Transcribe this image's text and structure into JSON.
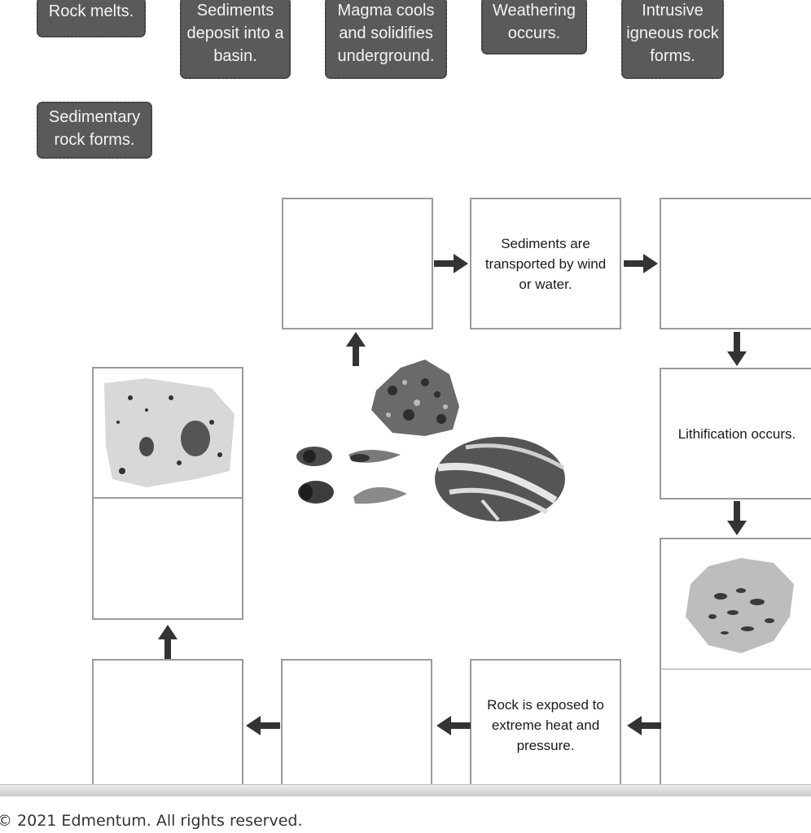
{
  "tiles": [
    {
      "label": "Rock melts."
    },
    {
      "label": "Sediments deposit into a basin."
    },
    {
      "label": "Magma cools and solidifies underground."
    },
    {
      "label": "Weathering occurs."
    },
    {
      "label": "Intrusive igneous rock forms."
    },
    {
      "label": "Sedimentary rock forms."
    }
  ],
  "boxes": {
    "top_left": "",
    "top_middle": "Sediments are transported by wind or water.",
    "top_right": "",
    "right_mid": "Lithification occurs.",
    "right_low_image": "sedimentary-rock-image",
    "right_bottom": "",
    "bottom_right": "Rock is exposed to extreme heat and pressure.",
    "bottom_middle": "",
    "bottom_left": "",
    "left_mid": "",
    "left_top_image": "igneous-rock-image"
  },
  "center_images": [
    "rock-image",
    "shells-image",
    "metamorphic-rock-image"
  ],
  "footer": {
    "copyright": "© 2021 Edmentum. All rights reserved."
  }
}
